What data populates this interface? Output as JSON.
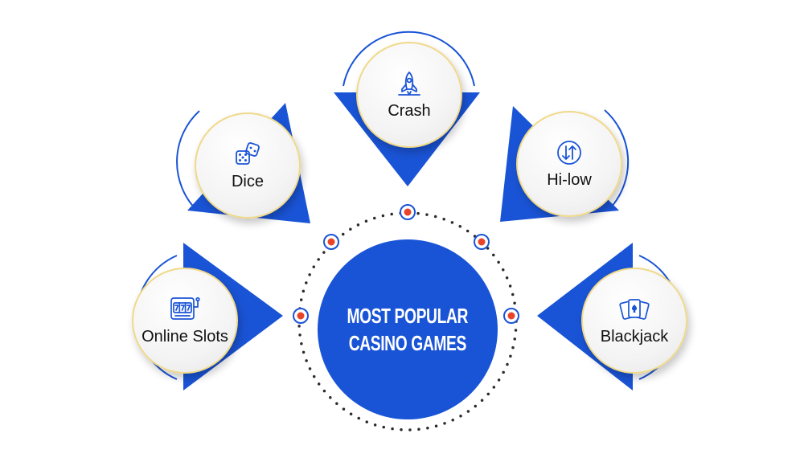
{
  "center": {
    "line1": "MOST POPULAR",
    "line2": "CASINO GAMES"
  },
  "games": {
    "crash": {
      "label": "Crash",
      "icon": "rocket-icon"
    },
    "dice": {
      "label": "Dice",
      "icon": "dice-icon"
    },
    "hilow": {
      "label": "Hi-low",
      "icon": "up-down-arrows-icon"
    },
    "slots": {
      "label": "Online Slots",
      "icon": "slot-machine-icon"
    },
    "blackjack": {
      "label": "Blackjack",
      "icon": "playing-cards-icon"
    }
  },
  "colors": {
    "primary_blue": "#1a54d6",
    "marker_red": "#e8442a",
    "gold_ring": "#f0d98a"
  }
}
